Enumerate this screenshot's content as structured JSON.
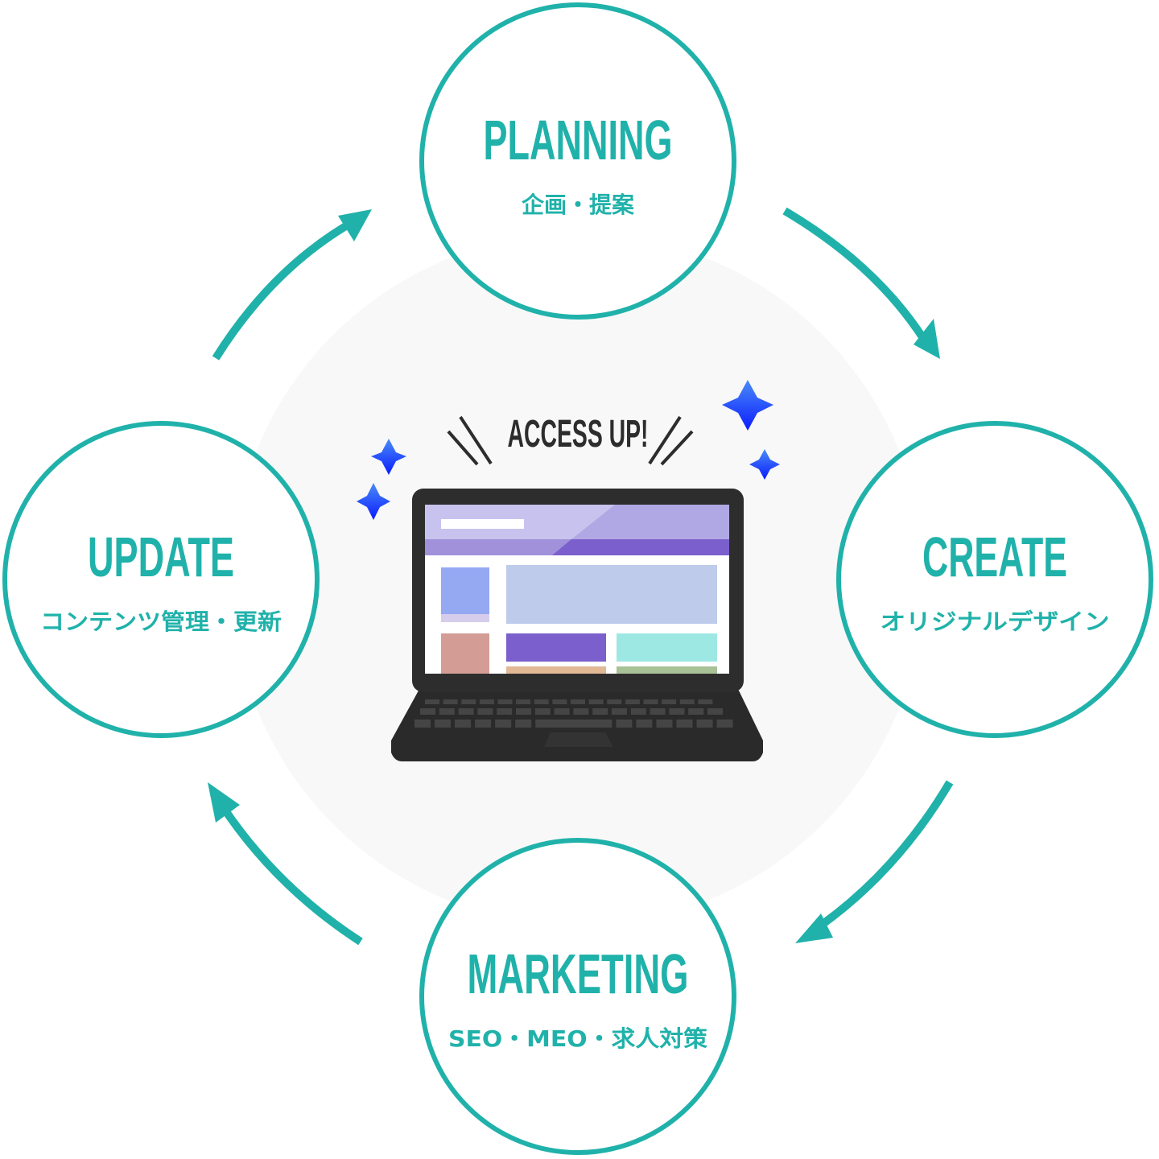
{
  "colors": {
    "accent": "#20b2aa",
    "laptop": "#2d2d2d",
    "sparkle": "#1a3cff",
    "background_circle": "#f8f8f8"
  },
  "center": {
    "label": "ACCESS UP!"
  },
  "stages": [
    {
      "title": "PLANNING",
      "subtitle": "企画・提案"
    },
    {
      "title": "CREATE",
      "subtitle": "オリジナルデザイン"
    },
    {
      "title": "MARKETING",
      "subtitle": "SEO・MEO・求人対策"
    },
    {
      "title": "UPDATE",
      "subtitle": "コンテンツ管理・更新"
    }
  ]
}
